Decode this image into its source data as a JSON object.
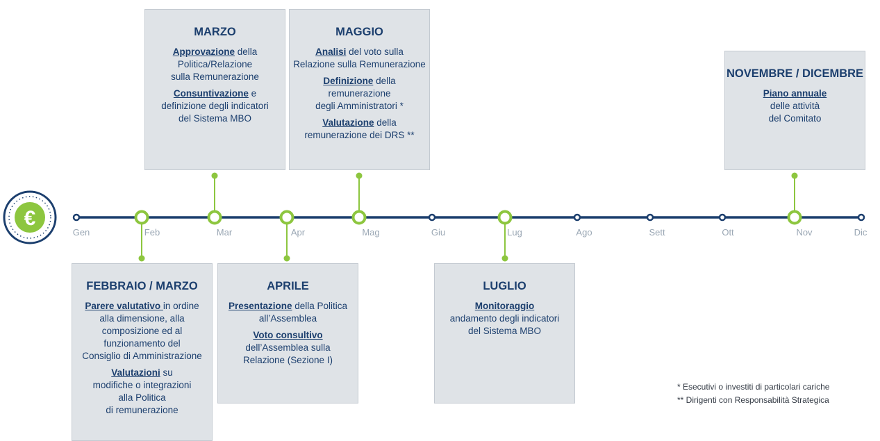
{
  "colors": {
    "navy": "#1c3f6e",
    "green": "#8dc63f",
    "box_fill": "#dfe3e7",
    "month_text": "#9aa7b4"
  },
  "icon": "euro-coin-icon",
  "months": [
    "Gen",
    "Feb",
    "Mar",
    "Apr",
    "Mag",
    "Giu",
    "Lug",
    "Ago",
    "Sett",
    "Ott",
    "Nov",
    "Dic"
  ],
  "boxes": {
    "marzo": {
      "title": "MARZO",
      "p1_kw": "Approvazione",
      "p1_l1": " della",
      "p1_l2": "Politica/Relazione",
      "p1_l3": "sulla Remunerazione",
      "p2_kw": "Consuntivazione",
      "p2_l1": " e",
      "p2_l2": "definizione degli indicatori",
      "p2_l3": "del Sistema MBO"
    },
    "maggio": {
      "title": "MAGGIO",
      "p1_kw": "Analisi",
      "p1_l1": " del voto sulla",
      "p1_l2": "Relazione sulla Remunerazione",
      "p2_kw": "Definizione",
      "p2_l1": " della",
      "p2_l2": "remunerazione",
      "p2_l3": "degli Amministratori *",
      "p3_kw": "Valutazione",
      "p3_l1": " della",
      "p3_l2": "remunerazione dei DRS **"
    },
    "novembre": {
      "title": "NOVEMBRE / DICEMBRE",
      "p1_kw": "Piano annuale",
      "p1_l2": "delle attività",
      "p1_l3": "del Comitato"
    },
    "febbraio": {
      "title": "FEBBRAIO / MARZO",
      "p1_kw": "Parere valutativo ",
      "p1_l1": "in ordine",
      "p1_l2": "alla dimensione, alla",
      "p1_l3": "composizione ed al",
      "p1_l4": "funzionamento del",
      "p1_l5": "Consiglio di Amministrazione",
      "p2_kw": "Valutazioni",
      "p2_l1": " su",
      "p2_l2": "modifiche o integrazioni",
      "p2_l3": "alla Politica",
      "p2_l4": "di remunerazione"
    },
    "aprile": {
      "title": "APRILE",
      "p1_kw": "Presentazione",
      "p1_l1": " della Politica",
      "p1_l2": "all’Assemblea",
      "p2_kw": "Voto consultivo",
      "p2_l2": "dell’Assemblea sulla",
      "p2_l3": "Relazione (Sezione I)"
    },
    "luglio": {
      "title": "LUGLIO",
      "p1_kw": "Monitoraggio",
      "p1_l2": "andamento degli indicatori",
      "p1_l3": "del Sistema MBO"
    }
  },
  "footnotes": {
    "n1": "*  Esecutivi o investiti di particolari cariche",
    "n2": "** Dirigenti con Responsabilità Strategica"
  }
}
